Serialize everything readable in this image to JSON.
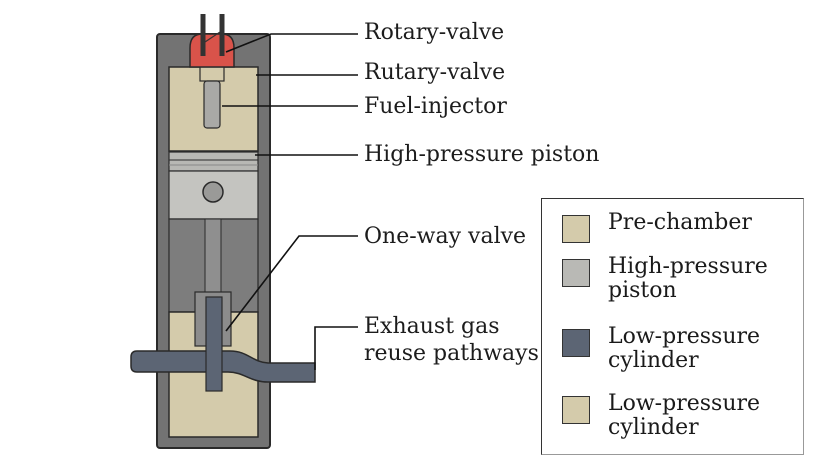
{
  "callouts": [
    {
      "id": "rotary-valve",
      "label": "Rotary-valve"
    },
    {
      "id": "rutary-valve",
      "label": "Rutary-valve"
    },
    {
      "id": "fuel-injector",
      "label": "Fuel-injector"
    },
    {
      "id": "high-pressure-piston",
      "label": "High-pressure piston"
    },
    {
      "id": "one-way-valve",
      "label": "One-way valve"
    },
    {
      "id": "exhaust-gas",
      "label": "Exhaust gas\nreuse pathways",
      "line1": "Exhaust gas",
      "line2": "reuse pathways"
    }
  ],
  "legend": {
    "items": [
      {
        "label": "Pre-chamber",
        "color": "#d4cbab"
      },
      {
        "label": "High-pressure piston",
        "color": "#b9b9b5"
      },
      {
        "label": "Low-pressure cylinder",
        "color": "#5c6574"
      },
      {
        "label": "Low-pressure cylinder",
        "color": "#d4cbab"
      }
    ]
  },
  "colors": {
    "housing": "#737373",
    "chamber": "#d4cbab",
    "piston": "#c4c4c0",
    "rotary_valve": "#d9534a",
    "pipe": "#5c6574",
    "outline": "#2a2a2a"
  }
}
